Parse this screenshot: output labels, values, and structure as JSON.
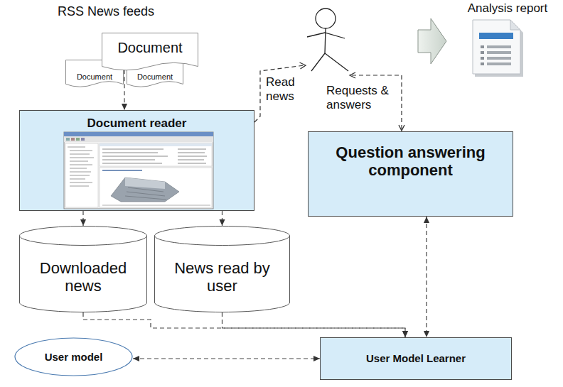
{
  "diagram": {
    "nodes": [
      {
        "text": [
          "Document"
        ]
      },
      {
        "text": [
          "Document"
        ]
      },
      {
        "text": [
          "Document"
        ]
      },
      {
        "text": [
          "Document reader"
        ]
      },
      {
        "text": [
          "Analysis report"
        ]
      },
      {
        "text": [
          "Question answering component"
        ]
      },
      {
        "text": [
          "Downloaded news"
        ]
      },
      {
        "text": [
          "News read by user"
        ]
      },
      {
        "text": [
          "User model"
        ]
      },
      {
        "text": [
          "User Model Learner"
        ]
      }
    ],
    "edges": [
      {
        "from": 2,
        "to": 3,
        "arrow": "to"
      },
      {
        "from": 3,
        "to": 6,
        "arrow": "to"
      },
      {
        "from": 3,
        "to": 7,
        "arrow": "to"
      },
      {
        "from": 6,
        "to": 9,
        "arrow": "to"
      },
      {
        "from": 7,
        "to": 9,
        "arrow": "to"
      },
      {
        "from": 5,
        "to": 9,
        "arrow": "both"
      },
      {
        "from": 8,
        "to": 9,
        "arrow": "both"
      }
    ],
    "labels": [
      "RSS News feeds",
      "Read news",
      "Requests & answers"
    ]
  }
}
